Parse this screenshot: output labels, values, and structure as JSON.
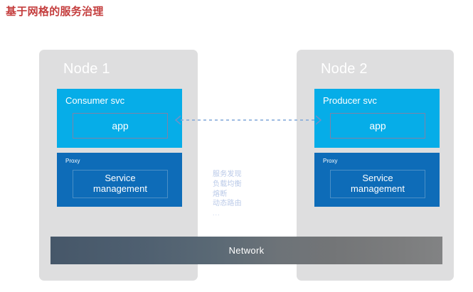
{
  "page": {
    "title": "基于网格的服务治理",
    "title_color": "#c43d3d"
  },
  "diagram": {
    "type": "architecture-diagram",
    "palette": {
      "node_panel": "#dededf",
      "service_box": "#06ade8",
      "proxy_box": "#0e6cb8",
      "network_bar_start": "#465769",
      "network_bar_end": "#828384",
      "connector": "#7ea6d8",
      "feature_text": "#b9c9e8"
    },
    "nodes": [
      {
        "id": "node-1",
        "title": "Node 1",
        "service": {
          "label": "Consumer svc",
          "inner_label": "app"
        },
        "proxy": {
          "label": "Proxy",
          "inner_line_1": "Service",
          "inner_line_2": "management"
        }
      },
      {
        "id": "node-2",
        "title": "Node 2",
        "service": {
          "label": "Producer svc",
          "inner_label": "app"
        },
        "proxy": {
          "label": "Proxy",
          "inner_line_1": "Service",
          "inner_line_2": "management"
        }
      }
    ],
    "connector": {
      "name": "bidirectional-dashed-arrow",
      "style": "dashed",
      "arrows": "both"
    },
    "features": [
      "服务发现",
      "负载均衡",
      "熔断",
      "动态路由",
      "..."
    ],
    "network": {
      "label": "Network"
    }
  }
}
